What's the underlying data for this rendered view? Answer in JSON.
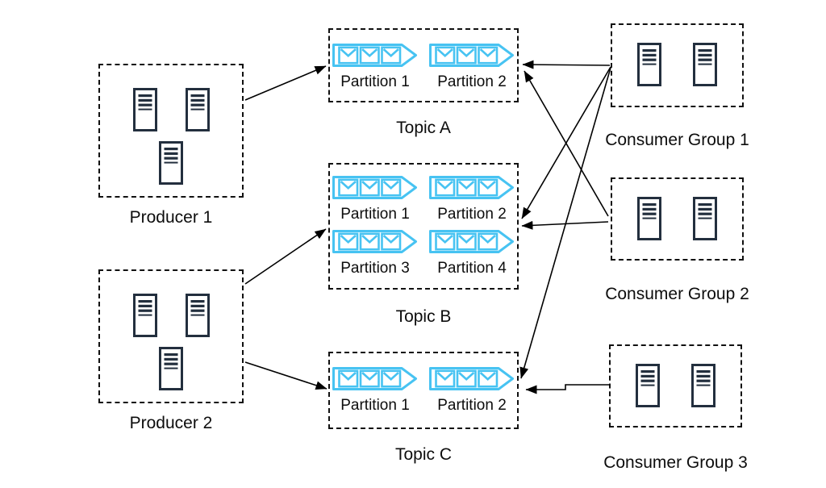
{
  "producers": [
    {
      "label": "Producer 1",
      "server_count": 3
    },
    {
      "label": "Producer 2",
      "server_count": 3
    }
  ],
  "topics": [
    {
      "label": "Topic A",
      "partitions": [
        "Partition 1",
        "Partition 2"
      ]
    },
    {
      "label": "Topic B",
      "partitions": [
        "Partition 1",
        "Partition 2",
        "Partition 3",
        "Partition 4"
      ]
    },
    {
      "label": "Topic C",
      "partitions": [
        "Partition 1",
        "Partition 2"
      ]
    }
  ],
  "consumer_groups": [
    {
      "label": "Consumer Group 1",
      "server_count": 2
    },
    {
      "label": "Consumer Group 2",
      "server_count": 2
    },
    {
      "label": "Consumer Group 3",
      "server_count": 2
    }
  ],
  "connections": [
    {
      "from": "Producer 1",
      "to": "Topic A"
    },
    {
      "from": "Producer 2",
      "to": "Topic B"
    },
    {
      "from": "Producer 2",
      "to": "Topic C"
    },
    {
      "from": "Consumer Group 1",
      "to": "Topic A"
    },
    {
      "from": "Consumer Group 1",
      "to": "Topic B"
    },
    {
      "from": "Consumer Group 1",
      "to": "Topic C"
    },
    {
      "from": "Consumer Group 2",
      "to": "Topic A"
    },
    {
      "from": "Consumer Group 2",
      "to": "Topic B"
    },
    {
      "from": "Consumer Group 3",
      "to": "Topic C"
    }
  ],
  "colors": {
    "server_icon": "#232f3e",
    "partition_icon": "#47c3f2",
    "arrow": "#000000",
    "box_border": "#111111",
    "text": "#0d0d0d",
    "background": "#ffffff"
  }
}
